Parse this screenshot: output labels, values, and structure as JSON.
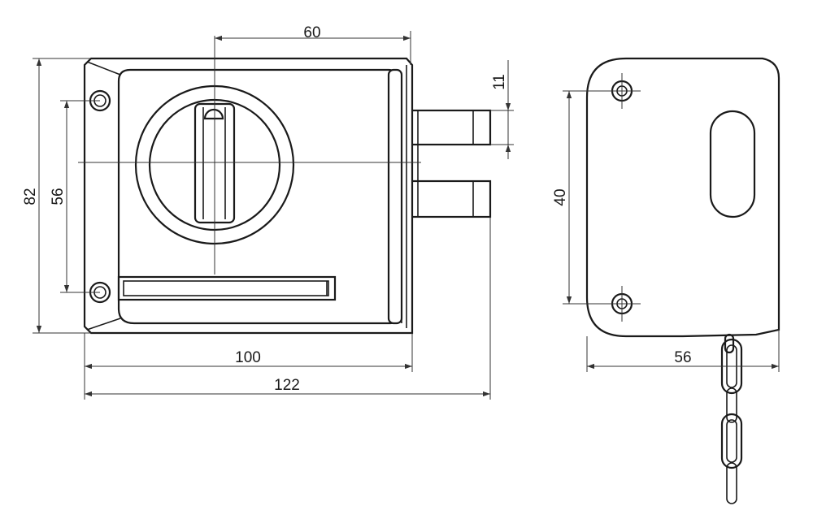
{
  "colors": {
    "line": "#1a1a1a",
    "dimension": "#333333",
    "background": "#ffffff"
  },
  "dimensions": {
    "top_width": "60",
    "bolt_height": "11",
    "total_height": "82",
    "screw_spacing": "56",
    "body_width": "100",
    "total_width": "122",
    "side_screw_spacing": "40",
    "side_depth": "56"
  }
}
